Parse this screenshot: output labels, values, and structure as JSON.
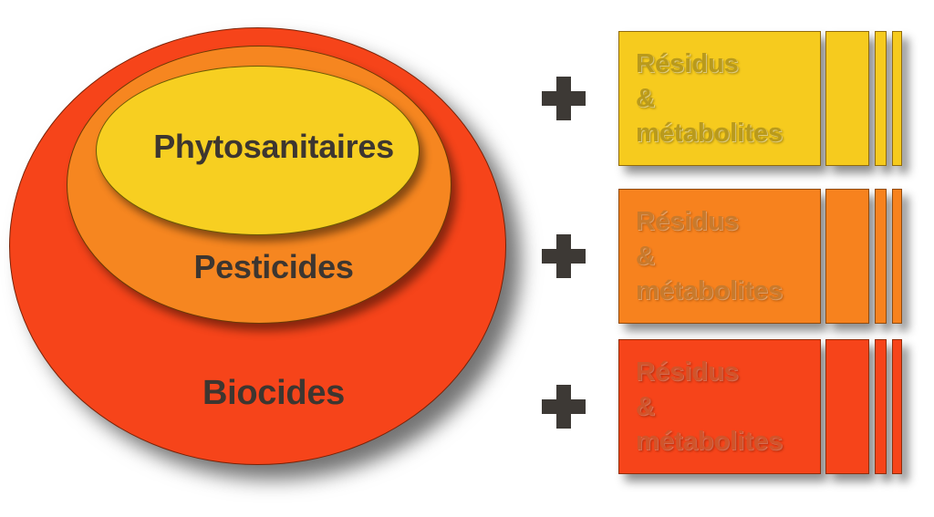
{
  "figure": {
    "title": "Pesticides, phytosanitaires et biocides",
    "background_color": "#ffffff"
  },
  "venn": {
    "name": "concentric-ellipses",
    "rings": [
      {
        "id": "biocides",
        "label": "Biocides",
        "color": "#f6441a",
        "level": 3,
        "label_color": "#3d3630"
      },
      {
        "id": "pesticides",
        "label": "Pesticides",
        "color": "#f68620",
        "level": 2,
        "label_color": "#3d3630"
      },
      {
        "id": "phytosanitaires",
        "label": "Phytosanitaires",
        "color": "#f7cf21",
        "level": 1,
        "label_color": "#3d3630"
      }
    ]
  },
  "cards": {
    "name": "residues-card-stacks",
    "plus_symbol": "+",
    "plus_color": "#3d3935",
    "rows": [
      {
        "id": "yellow",
        "matches_ring": "phytosanitaires",
        "operator": "+",
        "text": "Résidus\n&\nmétabolites",
        "fill_color": "#f6cb1e",
        "text_color": "#b99a1c",
        "sheet_count": 4
      },
      {
        "id": "orange",
        "matches_ring": "pesticides",
        "operator": "+",
        "text": "Résidus\n&\nmétabolites",
        "fill_color": "#f7821e",
        "text_color": "#c97a2c",
        "sheet_count": 4
      },
      {
        "id": "red",
        "matches_ring": "biocides",
        "operator": "+",
        "text": "Résidus\n&\nmétabolites",
        "fill_color": "#f6441a",
        "text_color": "#d1542a",
        "sheet_count": 4
      }
    ]
  },
  "chart_data": {
    "type": "diagram",
    "subtype": "nested-euler-diagram-with-card-stacks",
    "title": "",
    "nesting_order": [
      "Biocides",
      "Pesticides",
      "Phytosanitaires"
    ],
    "ellipses": [
      {
        "label": "Biocides",
        "color": "#f6441a",
        "rank": 1,
        "contains": "Pesticides"
      },
      {
        "label": "Pesticides",
        "color": "#f68620",
        "rank": 2,
        "contains": "Phytosanitaires"
      },
      {
        "label": "Phytosanitaires",
        "color": "#f7cf21",
        "rank": 3,
        "contains": null
      }
    ],
    "annotations": [
      {
        "operator": "+",
        "label": "Résidus & métabolites",
        "color": "#f6cb1e",
        "linked_to": "Phytosanitaires"
      },
      {
        "operator": "+",
        "label": "Résidus & métabolites",
        "color": "#f7821e",
        "linked_to": "Pesticides"
      },
      {
        "operator": "+",
        "label": "Résidus & métabolites",
        "color": "#f6441a",
        "linked_to": "Biocides"
      }
    ]
  }
}
